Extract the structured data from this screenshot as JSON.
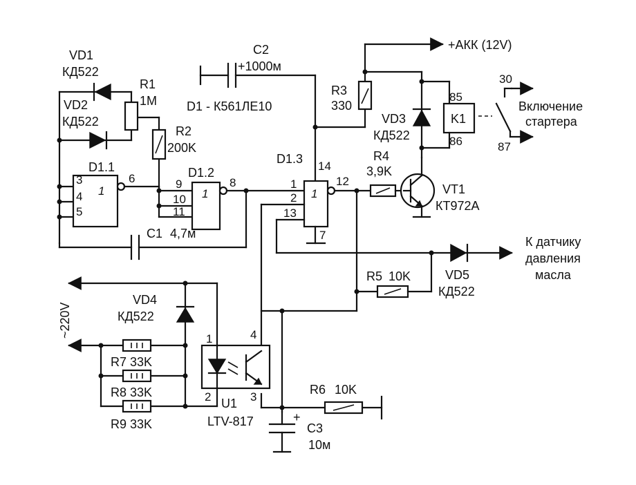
{
  "power": {
    "label": "+АКК (12V)"
  },
  "vd1": {
    "ref": "VD1",
    "part": "КД522"
  },
  "vd2": {
    "ref": "VD2",
    "part": "КД522"
  },
  "r1": {
    "ref": "R1",
    "value": "1M"
  },
  "r2": {
    "ref": "R2",
    "value": "200K"
  },
  "c2": {
    "ref": "C2",
    "value": "+1000м"
  },
  "d1_note": "D1 - К561ЛЕ10",
  "r3": {
    "ref": "R3",
    "value": "330"
  },
  "vd3": {
    "ref": "VD3",
    "part": "КД522"
  },
  "k1": {
    "ref": "K1",
    "pin85": "85",
    "pin86": "86",
    "pin30": "30",
    "pin87": "87"
  },
  "starter": {
    "line1": "Включение",
    "line2": "стартера"
  },
  "d11": {
    "ref": "D1.1",
    "sym": "1",
    "pins": [
      "3",
      "4",
      "5",
      "6"
    ]
  },
  "d12": {
    "ref": "D1.2",
    "sym": "1",
    "pins": [
      "9",
      "10",
      "11",
      "8"
    ]
  },
  "d13": {
    "ref": "D1.3",
    "sym": "1",
    "pins": [
      "14",
      "1",
      "2",
      "13",
      "12",
      "7"
    ]
  },
  "r4": {
    "ref": "R4",
    "value": "3,9K"
  },
  "vt1": {
    "ref": "VT1",
    "part": "КТ972А"
  },
  "c1": {
    "ref": "C1",
    "value": "4,7м"
  },
  "sensor": {
    "line1": "К датчику",
    "line2": "давления",
    "line3": "масла"
  },
  "vd5": {
    "ref": "VD5",
    "part": "КД522"
  },
  "r5": {
    "ref": "R5",
    "value": "10K"
  },
  "vd4": {
    "ref": "VD4",
    "part": "КД522"
  },
  "mains": {
    "label": "~220V"
  },
  "r7": {
    "label": "R7 33K"
  },
  "r8": {
    "label": "R8 33K"
  },
  "r9": {
    "label": "R9 33K"
  },
  "u1": {
    "ref": "U1",
    "part": "LTV-817",
    "pins": [
      "1",
      "2",
      "3",
      "4"
    ]
  },
  "r6": {
    "ref": "R6",
    "value": "10K"
  },
  "c3": {
    "ref": "C3",
    "value": "10м",
    "plus": "+"
  }
}
